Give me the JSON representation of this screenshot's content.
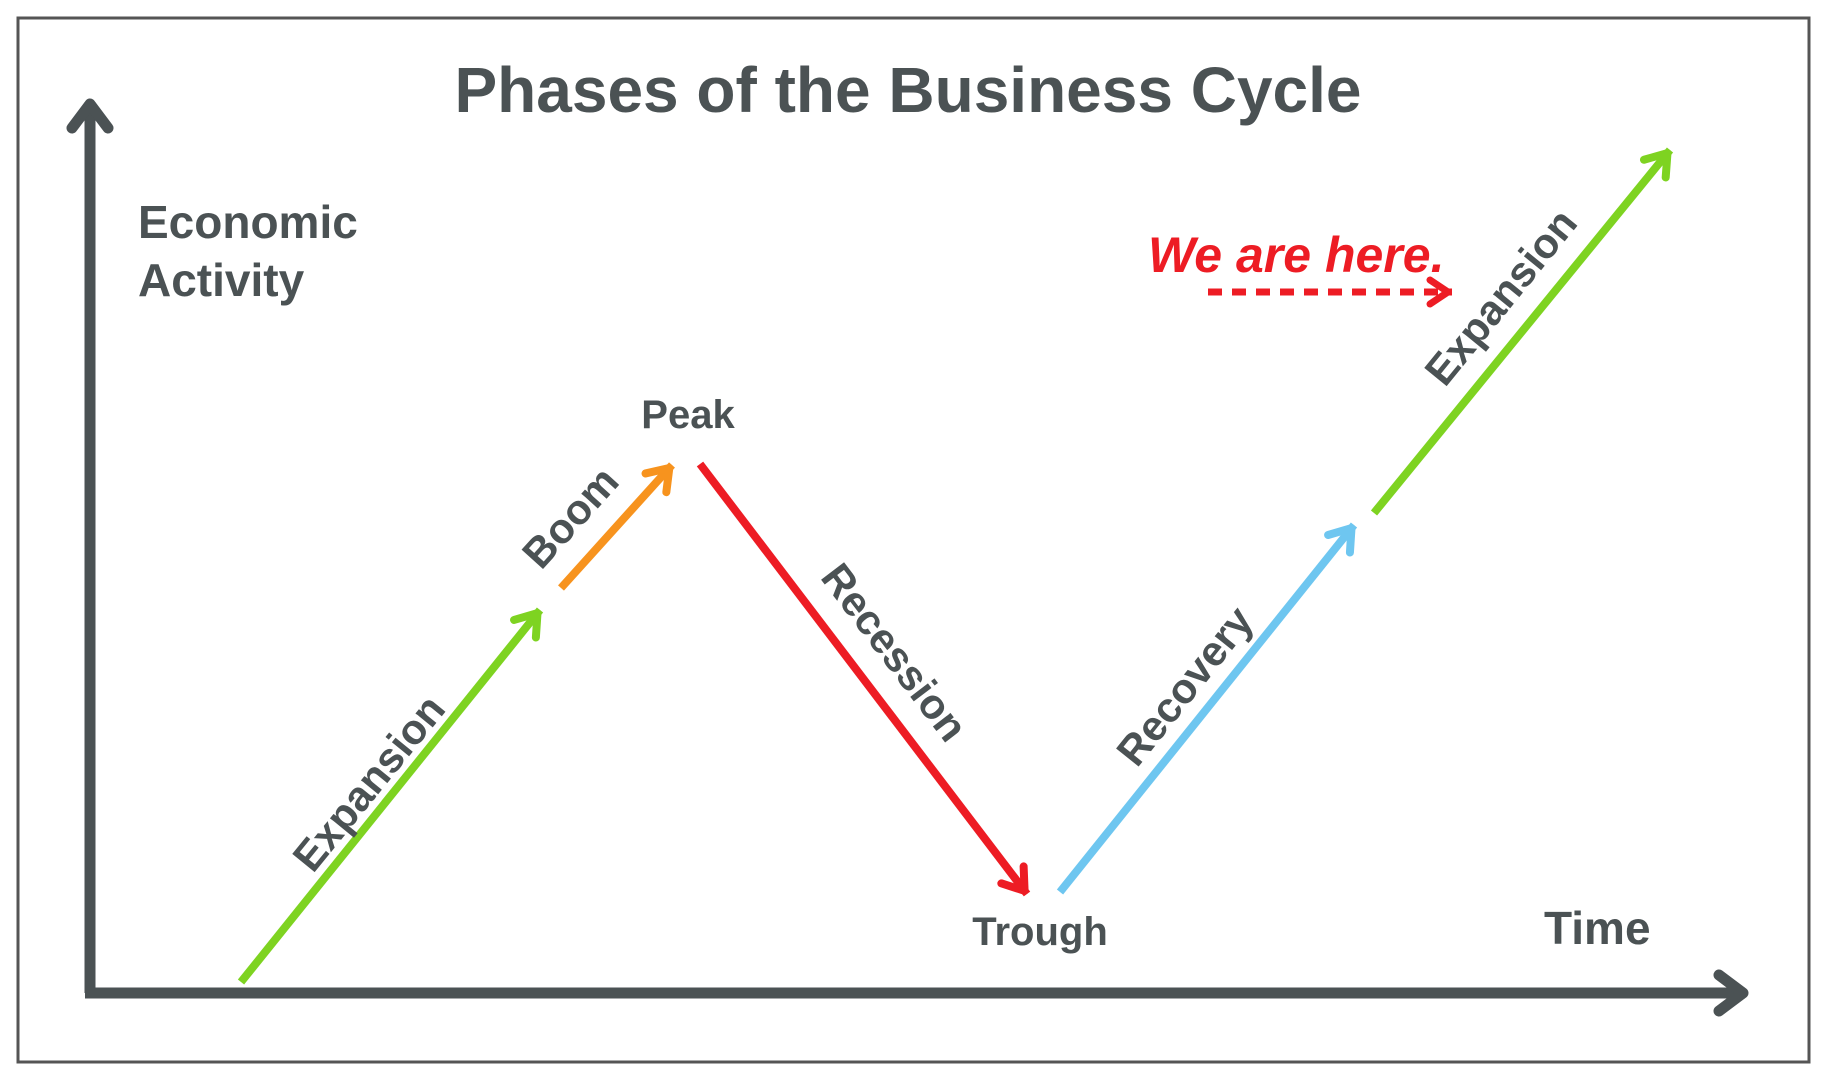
{
  "title": "Phases of the Business Cycle",
  "axes": {
    "y_label_line1": "Economic",
    "y_label_line2": "Activity",
    "x_label": "Time"
  },
  "points": {
    "peak": "Peak",
    "trough": "Trough"
  },
  "phases": [
    {
      "label": "Expansion",
      "color": "#7ed321"
    },
    {
      "label": "Boom",
      "color": "#f7931e"
    },
    {
      "label": "Recession",
      "color": "#ed1c24"
    },
    {
      "label": "Recovery",
      "color": "#6ec6f0"
    },
    {
      "label": "Expansion",
      "color": "#7ed321"
    }
  ],
  "marker": {
    "text": "We are here.",
    "color": "#ed1c24"
  },
  "colors": {
    "axis": "#4b5254",
    "frame": "#555555",
    "text": "#4b5254"
  }
}
